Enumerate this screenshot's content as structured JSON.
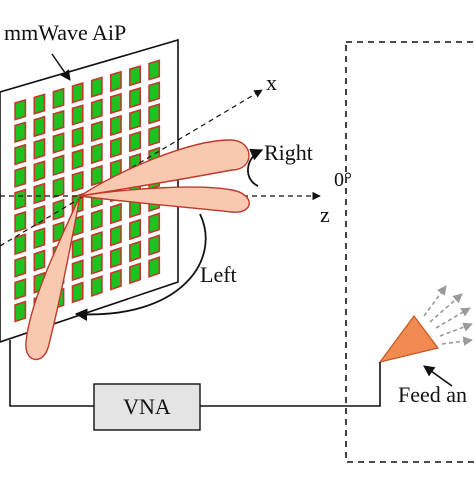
{
  "labels": {
    "aip": "mmWave AiP",
    "axis_x": "x",
    "axis_z": "z",
    "angle_zero": "0°",
    "right": "Right",
    "left": "Left",
    "vna": "VNA",
    "feed": "Feed an"
  },
  "colors": {
    "patch_fill": "#1ec21e",
    "patch_border": "#c0392b",
    "beam_fill": "#f8c8b0",
    "beam_stroke": "#c0392b",
    "feed_horn": "#f08a50",
    "arrow_gray": "#9a9a9a",
    "vna_box": "#e4e4e4"
  },
  "array": {
    "rows": 10,
    "cols": 8
  }
}
